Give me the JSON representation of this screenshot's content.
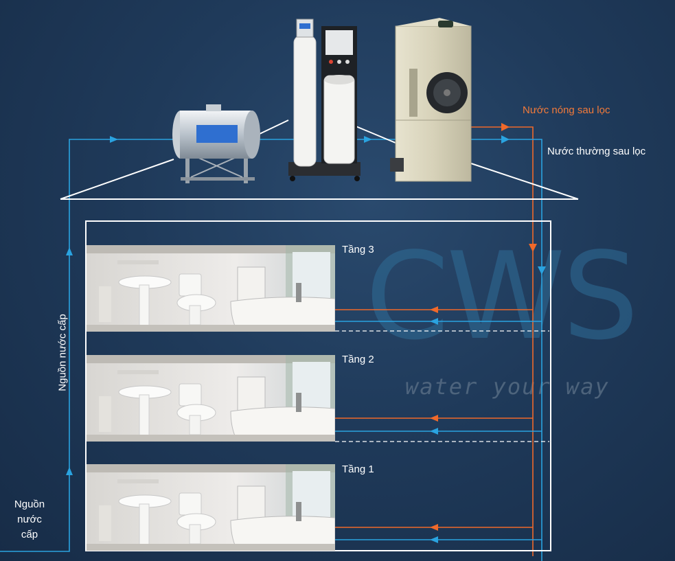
{
  "labels": {
    "hot_water": "Nước nóng sau lọc",
    "normal_water": "Nước thường sau lọc",
    "source_vertical": "Nguồn nước cấp",
    "source_bottom_lines": [
      "Nguồn",
      "nước",
      "cấp"
    ]
  },
  "floors": [
    {
      "label": "Tầng 3"
    },
    {
      "label": "Tầng 2"
    },
    {
      "label": "Tầng 1"
    }
  ],
  "watermark": {
    "brand": "CWS",
    "tagline": "water your way"
  },
  "colors": {
    "background": "#1e3654",
    "hot_pipe": "#f0692a",
    "cold_pipe": "#2aa3e0",
    "frame": "#ffffff"
  },
  "equipment": [
    "stainless-storage-tank",
    "water-filter-system",
    "heat-pump-water-heater"
  ]
}
